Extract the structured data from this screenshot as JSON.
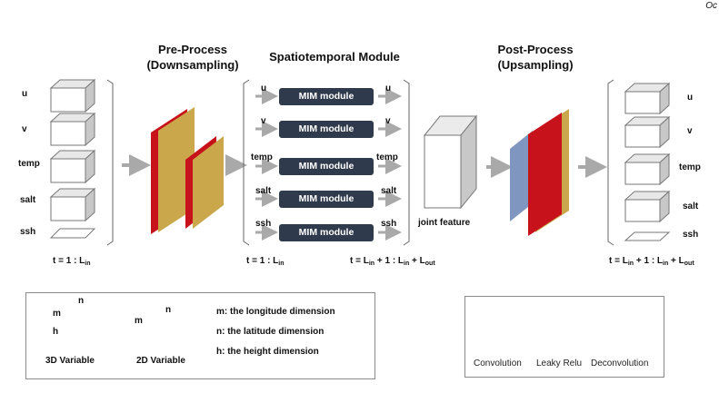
{
  "corner_text": "Oc",
  "titles": {
    "pre_process": "Pre-Process",
    "pre_process_sub": "(Downsampling)",
    "spatiotemporal": "Spatiotemporal Module",
    "post_process": "Post-Process",
    "post_process_sub": "(Upsampling)"
  },
  "variables": [
    "u",
    "v",
    "temp",
    "salt",
    "ssh"
  ],
  "mim_label": "MIM module",
  "joint_feature": "joint feature",
  "time_labels": {
    "input": "t = 1 : L",
    "input_sub": "in",
    "st_input": "t = 1 : L",
    "st_input_sub": "in",
    "st_output_a": "t = L",
    "st_output_a_sub": "in",
    "st_output_b": " + 1 : L",
    "st_output_b_sub": "in",
    "st_output_c": " + L",
    "st_output_c_sub": "out",
    "output_a": "t = L",
    "output_a_sub": "in",
    "output_b": " + 1 : L",
    "output_b_sub": "in",
    "output_c": " + L",
    "output_c_sub": "out"
  },
  "dims_legend": {
    "m": "m",
    "n": "n",
    "h": "h",
    "var3d": "3D Variable",
    "var2d": "2D Variable",
    "m_desc": "m: the longitude dimension",
    "n_desc": "n: the latitude dimension",
    "h_desc": "h: the height dimension"
  },
  "layer_legend": {
    "convolution": "Convolution",
    "leaky_relu": "Leaky Relu",
    "deconvolution": "Deconvolution"
  },
  "colors": {
    "convolution": "#c8121b",
    "leaky_relu": "#c9a74a",
    "deconvolution": "#7f96c1",
    "mim": "#2f3b4c",
    "arrow": "#a9a9a9"
  }
}
